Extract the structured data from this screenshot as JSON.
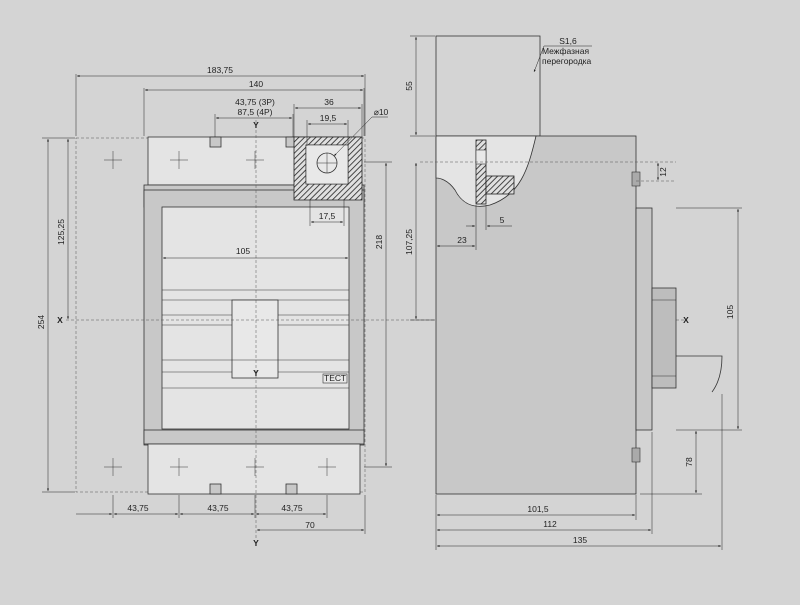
{
  "front_view": {
    "dims": {
      "overall_width": "183,75",
      "inner_width": "140",
      "pole_pitch_3p": "43,75 (3P)",
      "pole_pitch_4p": "87,5 (4P)",
      "terminal_width": "36",
      "terminal_inner": "19,5",
      "terminal_hole": "⌀10",
      "terminal_offset": "17,5",
      "handle_width": "105",
      "overall_height": "254",
      "half_height": "125,25",
      "terminal_height": "218",
      "pitch_1": "43,75",
      "pitch_2": "43,75",
      "pitch_3": "43,75",
      "offset_right": "70"
    },
    "axis_y_top": "Y",
    "axis_y_mid": "Y",
    "axis_y_bottom": "Y",
    "axis_x_left": "X",
    "test_label": "ТЕСТ"
  },
  "side_view": {
    "dims": {
      "barrier_thickness": "S1,6",
      "barrier_caption_1": "Межфазная",
      "barrier_caption_2": "перегородка",
      "barrier_height": "55",
      "terminal_depth": "107,25",
      "terminal_x": "23",
      "terminal_gap": "5",
      "top_offset": "12",
      "handle_height": "105",
      "lower_height": "78",
      "depth_1": "101,5",
      "depth_2": "112",
      "depth_3": "135"
    },
    "axis_x_right": "X"
  },
  "colors": {
    "background": "#d4d4d4",
    "body": "#c8c8c8",
    "lines": "#333333"
  }
}
